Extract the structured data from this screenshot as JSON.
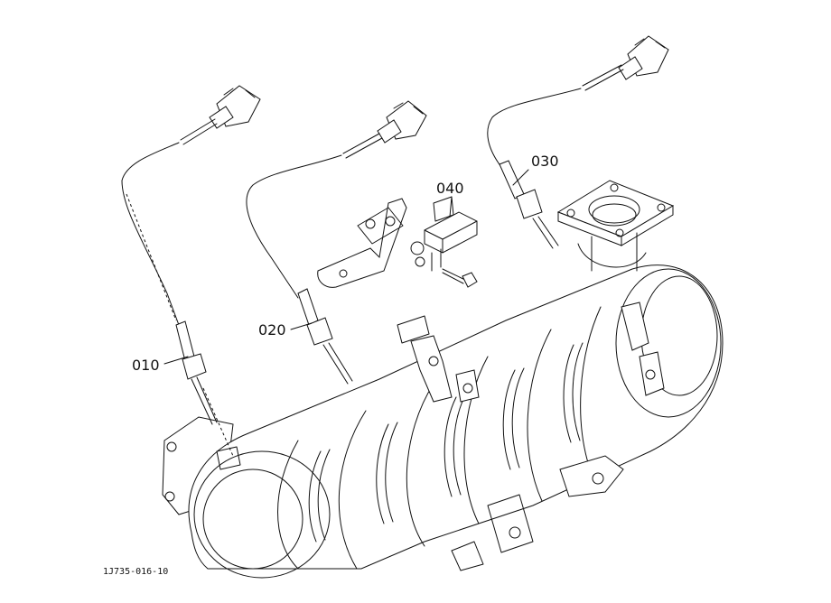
{
  "parts": [
    {
      "id": "010",
      "label": "010"
    },
    {
      "id": "020",
      "label": "020"
    },
    {
      "id": "030",
      "label": "030"
    },
    {
      "id": "040",
      "label": "040"
    }
  ],
  "reference_code": "1J735-016-10"
}
